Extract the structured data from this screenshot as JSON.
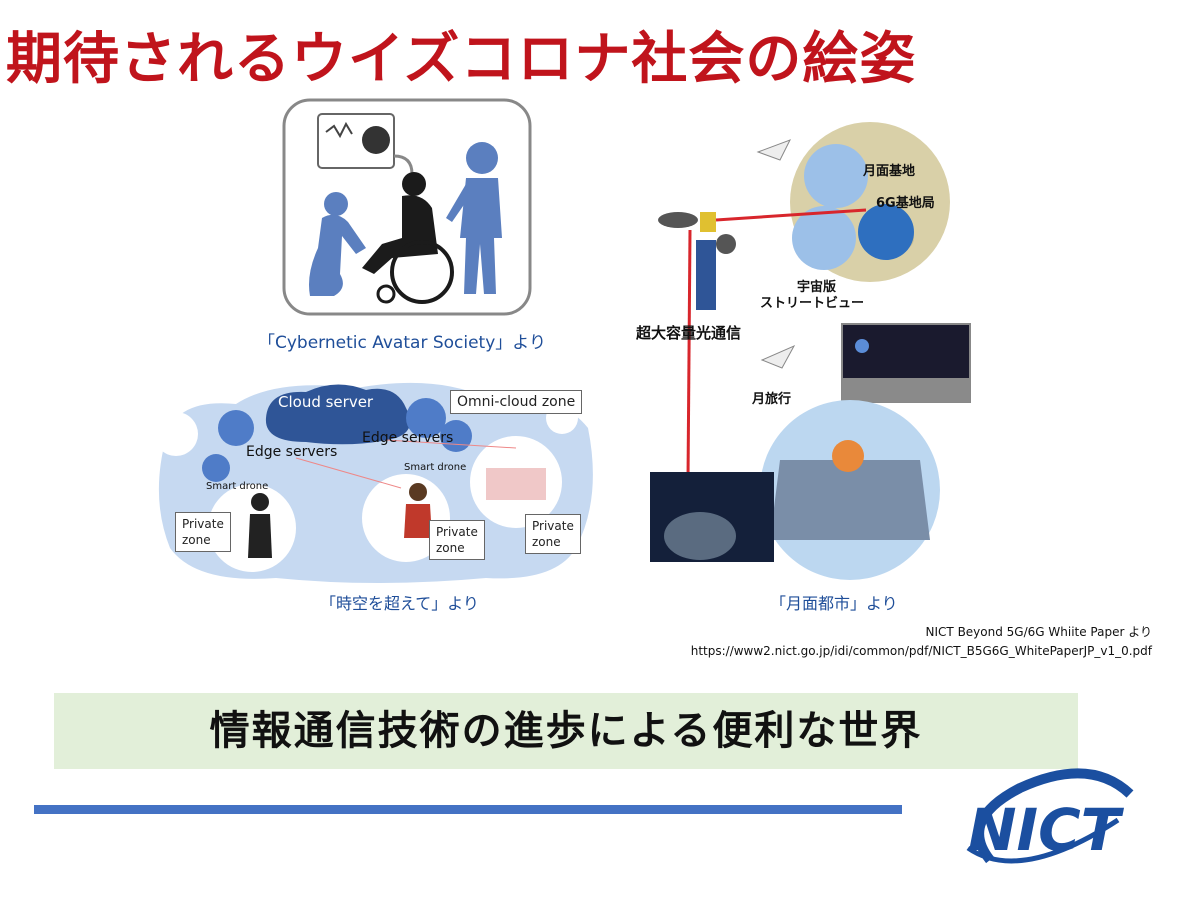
{
  "slide": {
    "title": "期待されるウイズコロナ社会の絵姿",
    "credit_line1": "NICT Beyond 5G/6G Whiite Paper より",
    "credit_line2": "https://www2.nict.go.jp/idi/common/pdf/NICT_B5G6G_WhitePaperJP_v1_0.pdf",
    "banner": "情報通信技術の進歩による便利な世界"
  },
  "avatar": {
    "caption": "「Cybernetic Avatar Society」より"
  },
  "network": {
    "caption": "「時空を超えて」より",
    "cloud_server": "Cloud server",
    "omni_cloud": "Omni-cloud zone",
    "edge1": "Edge servers",
    "edge2": "Edge servers",
    "drone1": "Smart drone",
    "drone2": "Smart drone",
    "private1a": "Private",
    "private1b": "zone",
    "private2a": "Private",
    "private2b": "zone",
    "private3a": "Private",
    "private3b": "zone"
  },
  "moon": {
    "caption": "「月面都市」より",
    "base": "月面基地",
    "station": "6G基地局",
    "street1": "宇宙版",
    "street2": "ストリートビュー",
    "optical": "超大容量光通信",
    "travel": "月旅行"
  },
  "logo": {
    "text": "NICT"
  },
  "colors": {
    "title": "#c0141c",
    "caption": "#1f4e99",
    "banner_bg": "#e2efd9",
    "rule": "#4472c4",
    "logo": "#1b4fa0"
  }
}
